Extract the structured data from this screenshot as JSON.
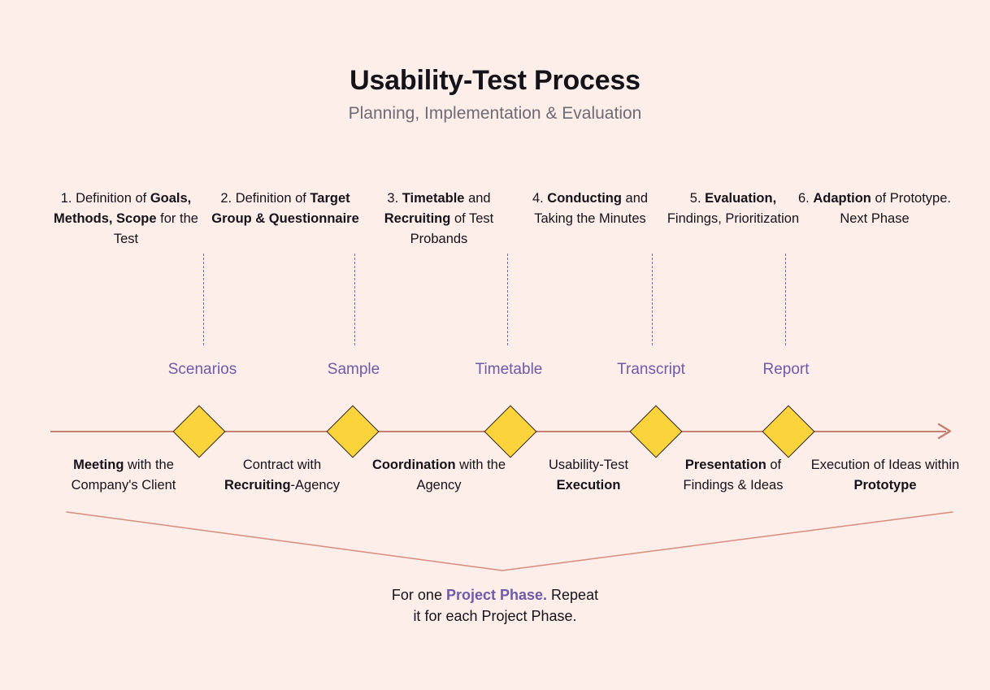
{
  "header": {
    "title": "Usability-Test Process",
    "subtitle": "Planning, Implementation & Evaluation"
  },
  "colors": {
    "background": "#fdeeea",
    "timeline": "#c57e6f",
    "diamond_fill": "#fbd43c",
    "diamond_stroke": "#2b2620",
    "accent_purple": "#6f5aa8",
    "divider_purple": "#6a4fa3",
    "text": "#15131a",
    "subtitle_text": "#6d6b73"
  },
  "steps": [
    {
      "number": "1.",
      "parts": [
        {
          "text": "1. Definition of ",
          "bold": false
        },
        {
          "text": "Goals, Methods, Scope ",
          "bold": true
        },
        {
          "text": "for the Test",
          "bold": false
        }
      ],
      "plain": "1. Definition of Goals, Methods, Scope for the Test"
    },
    {
      "number": "2.",
      "parts": [
        {
          "text": "2. Definition of ",
          "bold": false
        },
        {
          "text": "Target Group & Questionnaire",
          "bold": true
        }
      ],
      "plain": "2. Definition of Target Group & Questionnaire"
    },
    {
      "number": "3.",
      "parts": [
        {
          "text": "3. ",
          "bold": false
        },
        {
          "text": "Timetable ",
          "bold": true
        },
        {
          "text": "and ",
          "bold": false
        },
        {
          "text": "Recruiting ",
          "bold": true
        },
        {
          "text": "of Test Probands",
          "bold": false
        }
      ],
      "plain": "3. Timetable and Recruiting of Test Probands"
    },
    {
      "number": "4.",
      "parts": [
        {
          "text": "4. ",
          "bold": false
        },
        {
          "text": "Conducting ",
          "bold": true
        },
        {
          "text": "and Taking the Minutes",
          "bold": false
        }
      ],
      "plain": "4. Conducting and Taking the Minutes"
    },
    {
      "number": "5.",
      "parts": [
        {
          "text": "5. ",
          "bold": false
        },
        {
          "text": "Evaluation, ",
          "bold": true
        },
        {
          "text": "Findings, Prioritization",
          "bold": false
        }
      ],
      "plain": "5. Evaluation, Findings, Prioritization"
    },
    {
      "number": "6.",
      "parts": [
        {
          "text": "6. ",
          "bold": false
        },
        {
          "text": "Adaption ",
          "bold": true
        },
        {
          "text": "of Prototype. Next Phase",
          "bold": false
        }
      ],
      "plain": "6. Adaption of Prototype. Next Phase"
    }
  ],
  "deliverables": [
    {
      "label": "Scenarios"
    },
    {
      "label": "Sample"
    },
    {
      "label": "Timetable"
    },
    {
      "label": "Transcript"
    },
    {
      "label": "Report"
    }
  ],
  "milestones": [
    {
      "parts": [
        {
          "text": "Meeting ",
          "bold": true
        },
        {
          "text": "with the Company's Client",
          "bold": false
        }
      ],
      "plain": "Meeting with the Company's Client"
    },
    {
      "parts": [
        {
          "text": "Contract with ",
          "bold": false
        },
        {
          "text": "Recruiting",
          "bold": true
        },
        {
          "text": "-Agency",
          "bold": false
        }
      ],
      "plain": "Contract with Recruiting-Agency"
    },
    {
      "parts": [
        {
          "text": "Coordination ",
          "bold": true
        },
        {
          "text": "with the Agency",
          "bold": false
        }
      ],
      "plain": "Coordination with the Agency"
    },
    {
      "parts": [
        {
          "text": "Usability-Test ",
          "bold": false
        },
        {
          "text": "Execution",
          "bold": true
        }
      ],
      "plain": "Usability-Test Execution"
    },
    {
      "parts": [
        {
          "text": "Presentation ",
          "bold": true
        },
        {
          "text": "of Findings & Ideas",
          "bold": false
        }
      ],
      "plain": "Presentation of Findings & Ideas"
    },
    {
      "parts": [
        {
          "text": "Execution of Ideas within ",
          "bold": false
        },
        {
          "text": "Prototype",
          "bold": true
        }
      ],
      "plain": "Execution of Ideas within Prototype"
    }
  ],
  "caption": {
    "line1_before": "For one ",
    "line1_accent": "Project Phase.",
    "line1_after": " Repeat",
    "line2": "it for each Project Phase.",
    "plain": "For one Project Phase. Repeat it for each Project Phase."
  },
  "diagram": {
    "type": "timeline",
    "milestone_marker": "diamond",
    "marker_count": 5,
    "arrow_direction": "right",
    "bracket_shape": "v"
  }
}
